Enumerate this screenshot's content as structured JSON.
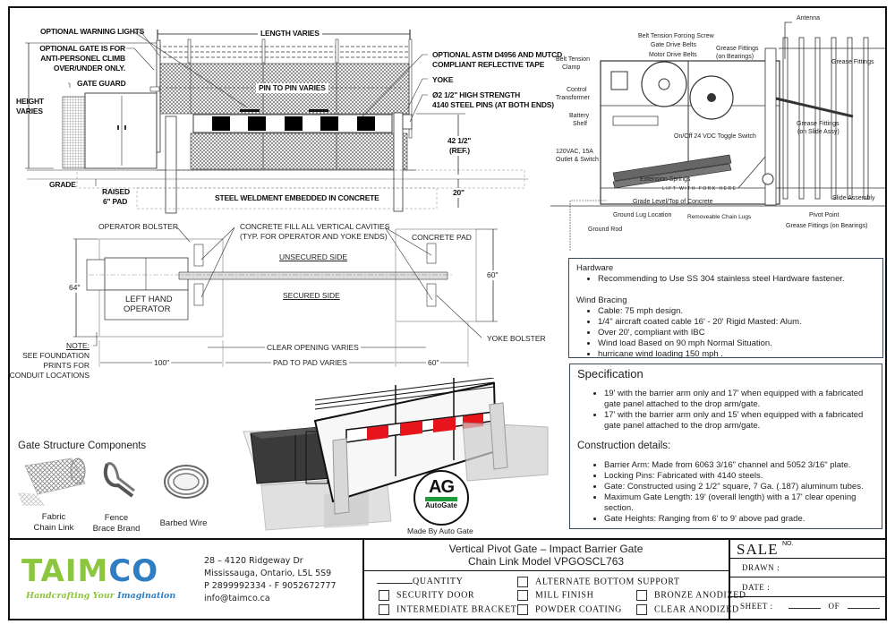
{
  "elevation": {
    "optional_warning_lights": "OPTIONAL WARNING LIGHTS",
    "optional_gate_line1": "OPTIONAL GATE IS FOR",
    "optional_gate_line2": "ANTI-PERSONEL CLIMB",
    "optional_gate_line3": "OVER/UNDER ONLY.",
    "gate_guard": "GATE GUARD",
    "height_varies_1": "HEIGHT",
    "height_varies_2": "VARIES",
    "grade": "GRADE",
    "raised_pad_1": "RAISED",
    "raised_pad_2": "6\" PAD",
    "length_varies": "LENGTH VARIES",
    "pin_to_pin": "PIN TO PIN VARIES",
    "steel_weldment": "STEEL WELDMENT EMBEDDED IN CONCRETE",
    "reflective_tape_1": "OPTIONAL ASTM D4956 AND MUTCD",
    "reflective_tape_2": "COMPLIANT REFLECTIVE TAPE",
    "yoke": "YOKE",
    "pins_1": "Ø2 1/2\" HIGH STRENGTH",
    "pins_2": "4140 STEEL PINS (AT BOTH ENDS)",
    "dim_42": "42 1/2\"",
    "dim_ref": "(REF.)",
    "dim_20": "20\""
  },
  "operator_diagram": {
    "antenna": "Antenna",
    "belt_tension_screw": "Belt Tension Forcing Screw",
    "gate_drive_belts": "Gate Drive Belts",
    "motor_drive_belts": "Motor Drive Belts",
    "grease_bearings_1": "Grease Fittings",
    "grease_bearings_2": "(on Bearings)",
    "belt_tension_clamp_1": "Belt Tension",
    "belt_tension_clamp_2": "Clamp",
    "control_transformer_1": "Control",
    "control_transformer_2": "Transformer",
    "battery_shelf_1": "Battery",
    "battery_shelf_2": "Shelf",
    "outlet_1": "120VAC, 15A",
    "outlet_2": "Outlet & Switch",
    "toggle_switch": "On/Off 24 VDC Toggle Switch",
    "grease_fittings": "Grease Fittings",
    "grease_slide_1": "Grease Fittings",
    "grease_slide_2": "(on Slide Assy)",
    "extension_springs": "Extension Springs",
    "lift_fork": "LIFT WITH FORK HERE",
    "grade_level": "Grade Level/Top of Concrete",
    "slide_assembly": "Slide Assembly",
    "ground_lug": "Ground Lug Location",
    "removable_lugs": "Removeable Chain Lugs",
    "pivot_point": "Pivot Point",
    "grease_bearings_bottom": "Grease Fittings (on Bearings)",
    "ground_rod": "Ground Rod"
  },
  "plan_view": {
    "operator_bolster": "OPERATOR BOLSTER",
    "concrete_fill_1": "CONCRETE FILL ALL VERTICAL CAVITIES",
    "concrete_fill_2": "(TYP. FOR OPERATOR AND YOKE  ENDS)",
    "concrete_pad": "CONCRETE PAD",
    "unsecured_side": "UNSECURED SIDE",
    "secured_side": "SECURED SIDE",
    "left_hand_1": "LEFT HAND",
    "left_hand_2": "OPERATOR",
    "dim_64": "64\"",
    "dim_60_v": "60\"",
    "note_1": "NOTE:",
    "note_2": "SEE FOUNDATION",
    "note_3": "PRINTS FOR",
    "note_4": "CONDUIT LOCATIONS",
    "clear_opening": "CLEAR OPENING VARIES",
    "pad_to_pad": "PAD TO PAD VARIES",
    "dim_100": "100\"",
    "dim_60_h": "60\"",
    "yoke_bolster": "YOKE BOLSTER"
  },
  "notes_box": {
    "hardware_title": "Hardware",
    "hardware_items": [
      "Recommending to Use SS 304 stainless steel Hardware fastener."
    ],
    "wind_title": "Wind Bracing",
    "wind_items": [
      "Cable: 75 mph design.",
      "1/4\" aircraft coated cable 16' - 20' Rigid Masted: Alum.",
      "Over 20', compliant with IBC",
      "Wind load Based on 90 mph Normal Situation.",
      "hurricane wind loading 150 mph ."
    ]
  },
  "spec_box": {
    "title": "Specification",
    "spec_items": [
      "19' with the barrier arm only and 17' when equipped with a fabricated gate panel attached to the drop arm/gate.",
      "17' with the barrier arm only and 15' when equipped with a fabricated gate panel attached to the drop arm/gate."
    ],
    "construction_title": "Construction details:",
    "construction_items": [
      "Barrier Arm: Made from 6063 3/16\" channel and 5052 3/16\" plate.",
      "Locking Pins: Fabricated with 4140 steels.",
      "Gate: Constructed using 2 1/2\" square, 7 Ga. (.187) aluminum tubes.",
      "Maximum Gate Length: 19' (overall length) with a 17' clear opening section.",
      "Gate Heights: Ranging from 6' to 9' above pad grade."
    ]
  },
  "components": {
    "title": "Gate Structure Components",
    "items": [
      {
        "line1": "Fabric",
        "line2": "Chain Link"
      },
      {
        "line1": "Fence",
        "line2": "Brace Brand"
      },
      {
        "line1": "Barbed Wire",
        "line2": ""
      }
    ]
  },
  "render": {
    "logo_text": "AG",
    "logo_sub": "AutoGate",
    "made_by": "Made By Auto Gate"
  },
  "title_block": {
    "company_logo_a": "TAIM",
    "company_logo_b": "CO",
    "tagline_a": "Handcrafting Your ",
    "tagline_b": "Imagination",
    "address_1": "28 – 4120 Ridgeway Dr",
    "address_2": "Mississauga, Ontario, L5L 5S9",
    "phone": "P 2899992334 - F 9052672777",
    "email": "info@taimco.ca",
    "product_title_1": "Vertical Pivot Gate – Impact Barrier Gate",
    "product_title_2": "Chain Link  Model VPGOSCL763",
    "quantity_label": "QUANTITY",
    "options": {
      "alternate_bottom_support": "ALTERNATE BOTTOM SUPPORT",
      "security_door": "SECURITY DOOR",
      "mill_finish": "MILL FINISH",
      "bronze_anodized": "BRONZE ANODIZED",
      "intermediate_bracket": "INTERMEDIATE BRACKET",
      "powder_coating": "POWDER COATING",
      "clear_anodized": "CLEAR ANODIZED"
    },
    "sale": "SALE",
    "sale_no": "NO.",
    "drawn": "DRAWN :",
    "date": "DATE :",
    "sheet": "SHEET :",
    "of": "OF"
  },
  "colors": {
    "logo_green": "#8cc63f",
    "logo_blue": "#2f7ec1",
    "reflective_red": "#e8141b",
    "box_border": "#3a4a5e"
  }
}
